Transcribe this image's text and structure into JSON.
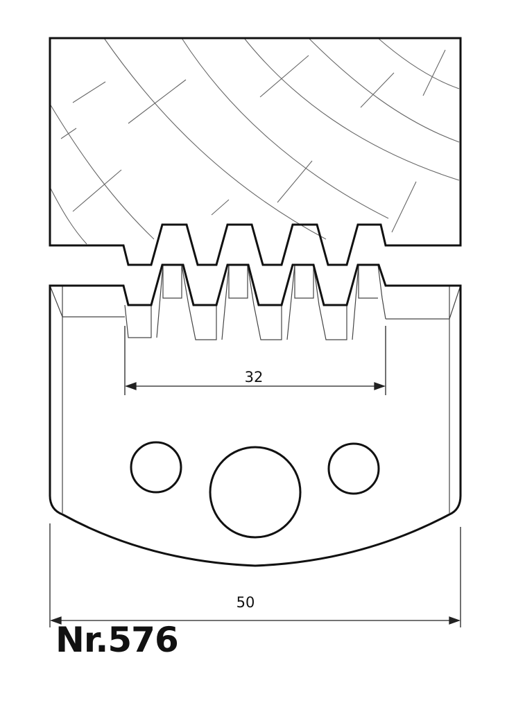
{
  "dimensions": {
    "profile_width": "32",
    "overall_width": "50"
  },
  "product_number": "Nr.576",
  "colors": {
    "line": "#111111",
    "grain": "#555555",
    "paper": "#ffffff"
  }
}
